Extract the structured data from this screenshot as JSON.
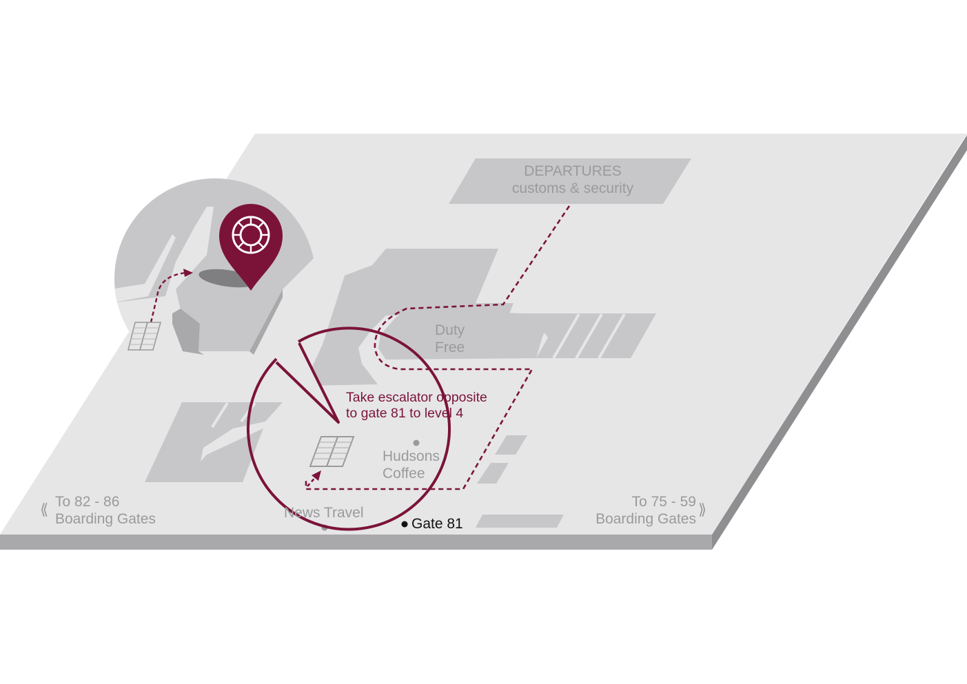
{
  "colors": {
    "floor": "#e6e6e7",
    "floor_edge": "#a9a9ab",
    "floor_side": "#8f8f91",
    "shop": "#c7c7c9",
    "label": "#9a9a9c",
    "accent": "#7b1339",
    "marker_dark": "#111111"
  },
  "labels": {
    "departures_line1": "DEPARTURES",
    "departures_line2": "customs & security",
    "duty_free_line1": "Duty",
    "duty_free_line2": "Free",
    "hudsons_line1": "Hudsons",
    "hudsons_line2": "Coffee",
    "news_travel": "News Travel",
    "gate_81": "Gate 81",
    "left_gates_line1": "To 82 - 86",
    "left_gates_line2": "Boarding Gates",
    "right_gates_line1": "To 75 - 59",
    "right_gates_line2": "Boarding Gates"
  },
  "instruction": {
    "line1": "Take escalator opposite",
    "line2": "to gate 81 to level 4"
  },
  "icons": {
    "location_pin": "map-pin-icon",
    "escalator": "escalator-icon",
    "left_arrow": "double-chevron-left-icon",
    "right_arrow": "double-chevron-right-icon"
  }
}
